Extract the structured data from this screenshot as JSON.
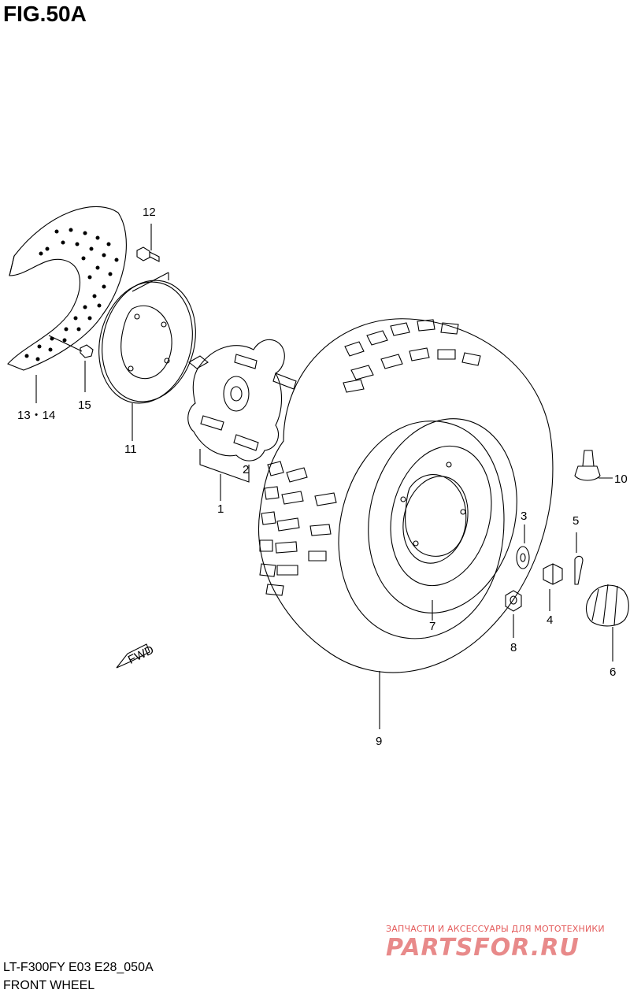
{
  "figure": {
    "title": "FIG.50A",
    "code": "LT-F300FY E03 E28_050A",
    "name": "FRONT WHEEL"
  },
  "callouts": {
    "c1": "1",
    "c2": "2",
    "c3": "3",
    "c4": "4",
    "c5": "5",
    "c6": "6",
    "c7": "7",
    "c8": "8",
    "c9": "9",
    "c10": "10",
    "c11": "11",
    "c12": "12",
    "c13_14": "13・14",
    "c15": "15"
  },
  "fwd_arrow": "FWD",
  "watermark": {
    "subtitle": "ЗАПЧАСТИ И АКСЕССУАРЫ ДЛЯ МОТОТЕХНИКИ",
    "logo": "PARTSFOR.RU"
  }
}
